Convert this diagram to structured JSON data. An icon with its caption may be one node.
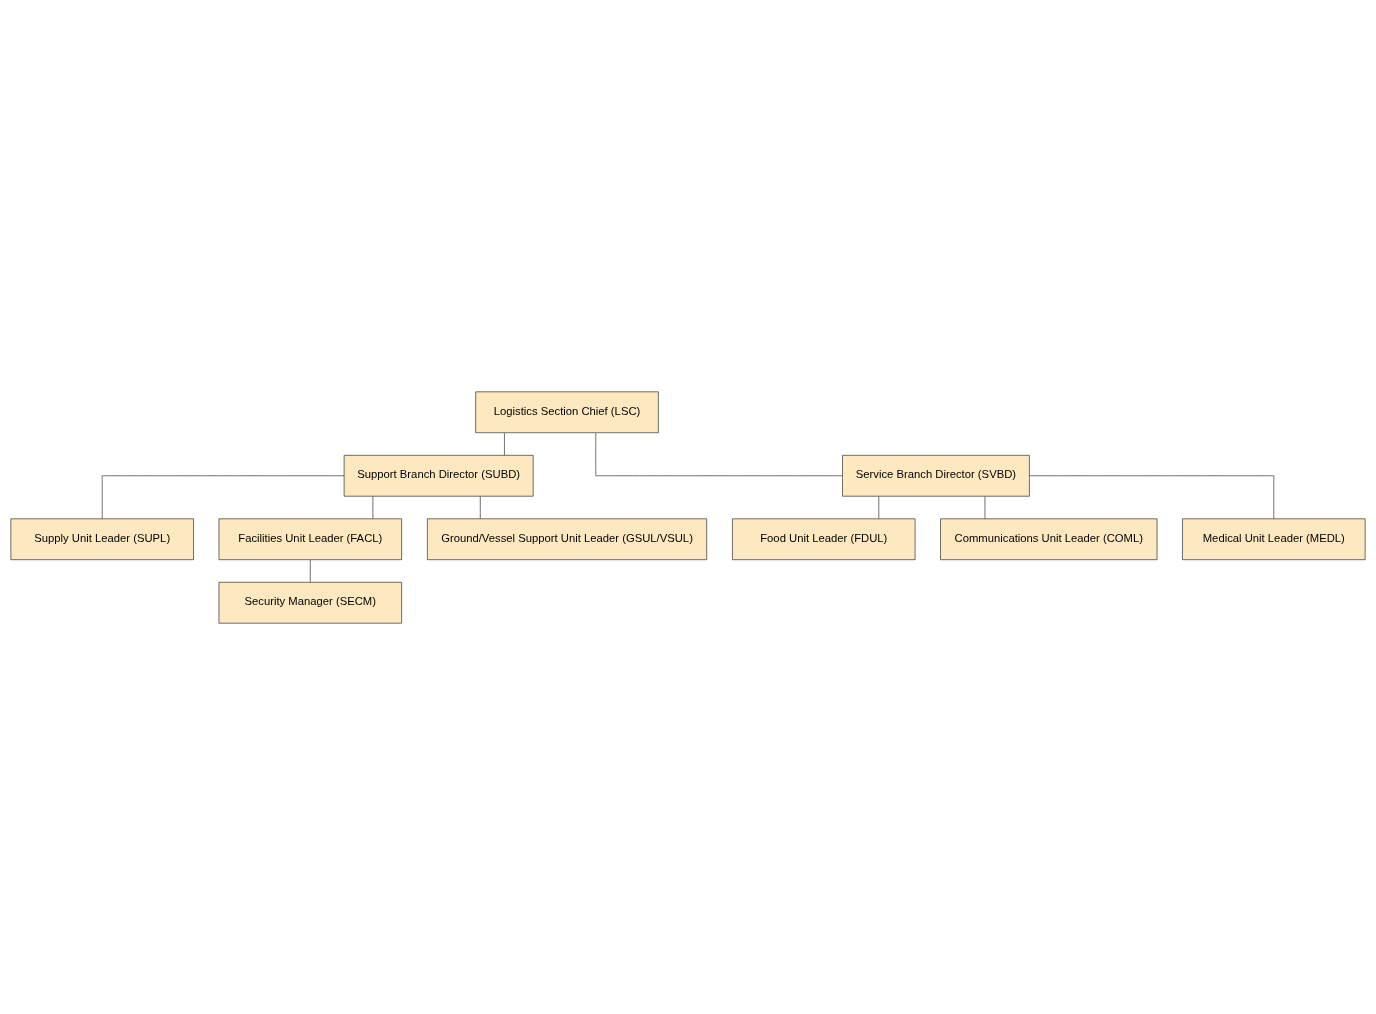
{
  "diagram": {
    "nodes": [
      {
        "text": [
          "Logistics Section Chief (LSC)"
        ]
      },
      {
        "text": [
          "Support Branch Director (SUBD)"
        ]
      },
      {
        "text": [
          "Service Branch Director (SVBD)"
        ]
      },
      {
        "text": [
          "Supply Unit Leader (SUPL)"
        ]
      },
      {
        "text": [
          "Facilities Unit Leader (FACL)"
        ]
      },
      {
        "text": [
          "Security Manager (SECM)"
        ]
      },
      {
        "text": [
          "Ground/Vessel Support Unit Leader (GSUL/VSUL)"
        ]
      },
      {
        "text": [
          "Food Unit Leader (FDUL)"
        ]
      },
      {
        "text": [
          "Communications Unit Leader (COML)"
        ]
      },
      {
        "text": [
          "Medical Unit Leader (MEDL)"
        ]
      }
    ],
    "edges": [
      {
        "from": 0,
        "to": 1,
        "arrow": "none"
      },
      {
        "from": 0,
        "to": 2,
        "arrow": "none"
      },
      {
        "from": 1,
        "to": 3,
        "arrow": "none"
      },
      {
        "from": 1,
        "to": 4,
        "arrow": "none"
      },
      {
        "from": 1,
        "to": 6,
        "arrow": "none"
      },
      {
        "from": 4,
        "to": 5,
        "arrow": "none"
      },
      {
        "from": 2,
        "to": 7,
        "arrow": "none"
      },
      {
        "from": 2,
        "to": 8,
        "arrow": "none"
      },
      {
        "from": 2,
        "to": 9,
        "arrow": "none"
      }
    ]
  }
}
